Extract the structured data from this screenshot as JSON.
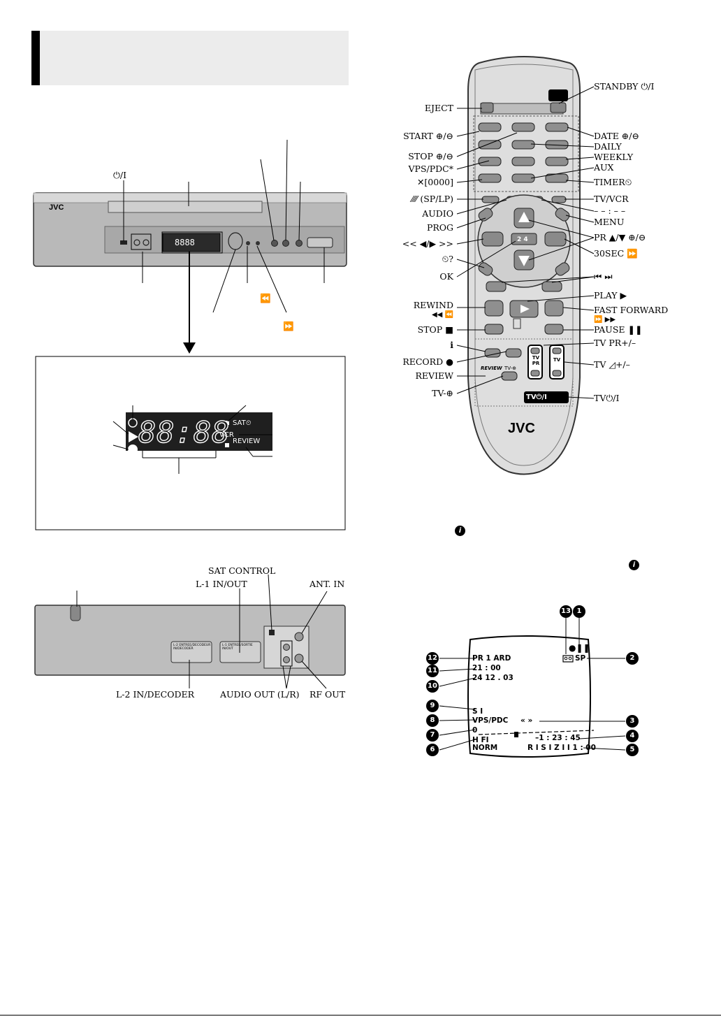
{
  "front_panel": {
    "power_symbol": "⏻/I",
    "display_mini": "8888"
  },
  "display_window": {
    "digits": "88:88",
    "sat_label": "SAT⏲",
    "vcr_label": "VCR",
    "review_label": "REVIEW"
  },
  "rear_panel": {
    "labels": {
      "sat_control": "SAT CONTROL",
      "l1": "L-1 IN/OUT",
      "ant_in": "ANT. IN",
      "l2": "L-2 IN/DECODER",
      "audio_out": "AUDIO OUT (L/R)",
      "rf_out": "RF OUT"
    },
    "scart_l2": "L-2 ENTREE/DECODEUR IN/DECODER",
    "scart_l1": "L-1 ENTREE/SORTIE IN/OUT"
  },
  "remote": {
    "brand": "JVC",
    "labels_left": [
      "EJECT",
      "START ⊕/⊖",
      "STOP ⊕/⊖",
      "VPS/PDC*",
      "✕[0000]",
      "⁄⁄⁄⁄ (SP/LP)",
      "AUDIO",
      "PROG",
      "<< ◀/▶ >>",
      "⏲?",
      "OK",
      "REWIND",
      "◀◀ ⏪",
      "STOP ■",
      "ℹ",
      "RECORD ●",
      "REVIEW",
      "TV-⊕"
    ],
    "labels_right": [
      "STANDBY ⏻/I",
      "DATE ⊕/⊖",
      "DAILY",
      "WEEKLY",
      "AUX",
      "TIMER⏲",
      "TV/VCR",
      "– – : – –",
      "MENU",
      "PR ▲/▼ ⊕/⊖",
      "30SEC ⏩",
      "⏮ ⏭",
      "PLAY ▶",
      "FAST FORWARD",
      "⏩ ▶▶",
      "PAUSE ❚❚",
      "TV PR+/–",
      "TV ◿+/–",
      "TV⏻/I"
    ],
    "button_text": {
      "tv_pr": "TV PR",
      "tv_vol": "TV",
      "tv_power": "TV⏻/I",
      "review": "REVIEW",
      "tvav": "TV-⊕",
      "num24": "2 4"
    }
  },
  "osd_screen": {
    "rows": [
      {
        "text": "PR   1 ARD"
      },
      {
        "text": "21 : 00"
      },
      {
        "text": "24  12 . 03"
      },
      {
        "text": "S I"
      },
      {
        "text": "VPS/PDC"
      },
      {
        "text": "0"
      },
      {
        "text": "H  FI"
      },
      {
        "text": "NORM"
      }
    ],
    "sp": "SP",
    "transport": "«  »",
    "counter": "–1 : 23 : 45",
    "remain": "R I S I Z I  I    1 : 00",
    "record_pause": "●❚❚"
  },
  "callouts": [
    "1",
    "2",
    "3",
    "4",
    "5",
    "6",
    "7",
    "8",
    "9",
    "10",
    "11",
    "12",
    "13"
  ],
  "info_symbol": "i"
}
